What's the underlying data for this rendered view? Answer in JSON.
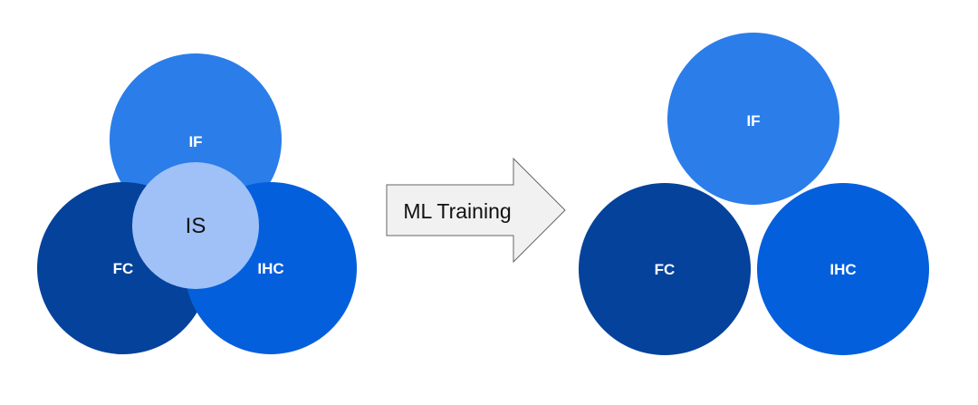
{
  "colors": {
    "if": "#2b7de9",
    "fc": "#04429b",
    "ihc": "#045fdc",
    "is": "#a0c1f7",
    "arrow_fill": "#f1f1f1",
    "arrow_stroke": "#666666"
  },
  "left_group": {
    "if_label": "IF",
    "fc_label": "FC",
    "ihc_label": "IHC",
    "is_label": "IS"
  },
  "arrow": {
    "label": "ML Training"
  },
  "right_group": {
    "if_label": "IF",
    "fc_label": "FC",
    "ihc_label": "IHC"
  }
}
